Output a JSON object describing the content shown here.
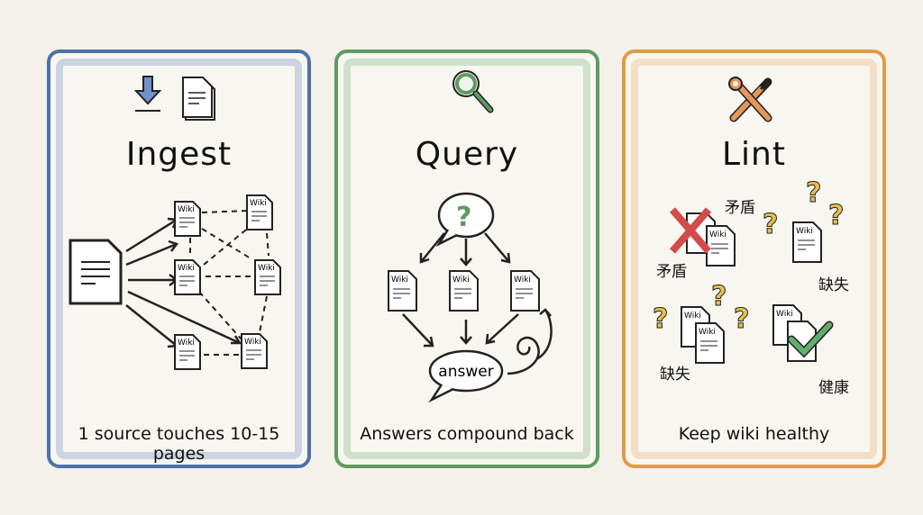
{
  "panels": [
    {
      "id": "ingest",
      "title": "Ingest",
      "caption": "1 source touches 10-15 pages",
      "icons": [
        "download-arrow-icon",
        "document-icon"
      ],
      "accent": "#4d72aa",
      "diagram": {
        "source": "document",
        "wiki_nodes": 6,
        "wiki_label": "Wiki"
      }
    },
    {
      "id": "query",
      "title": "Query",
      "caption": "Answers compound back",
      "icons": [
        "magnifier-icon"
      ],
      "accent": "#5d9b62",
      "diagram": {
        "question": "?",
        "wiki_nodes": 3,
        "wiki_label": "Wiki",
        "answer_label": "answer"
      }
    },
    {
      "id": "lint",
      "title": "Lint",
      "caption": "Keep wiki healthy",
      "icons": [
        "wrench-screwdriver-icon"
      ],
      "accent": "#e19a48",
      "diagram": {
        "wiki_label": "Wiki",
        "labels": {
          "contradiction_top": "矛盾",
          "contradiction_left": "矛盾",
          "missing_right": "缺失",
          "missing_left": "缺失",
          "healthy": "健康"
        }
      }
    }
  ]
}
